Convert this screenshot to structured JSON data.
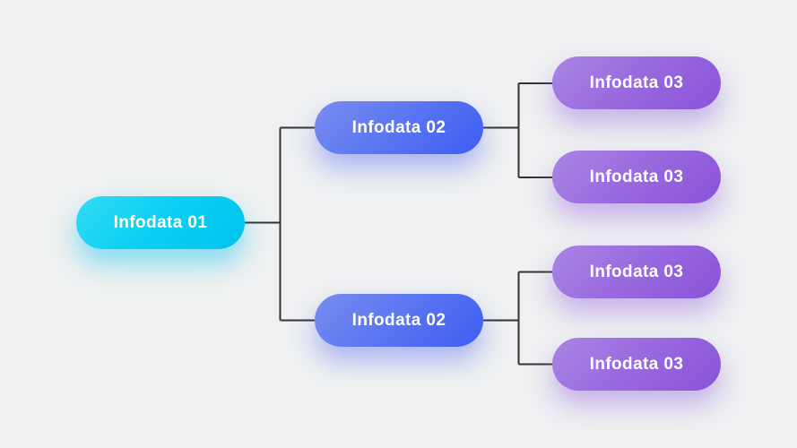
{
  "diagram": {
    "type": "tree-infographic",
    "background_color": "#eef0f1",
    "connector_color": "#333333",
    "levels": [
      {
        "name": "level-1",
        "gradient_start": "#2edaf5",
        "gradient_end": "#00c2ee"
      },
      {
        "name": "level-2",
        "gradient_start": "#7a8cef",
        "gradient_end": "#3e5df3"
      },
      {
        "name": "level-3",
        "gradient_start": "#ab85e5",
        "gradient_end": "#8a52d8"
      }
    ],
    "nodes": [
      {
        "id": "infodata-01",
        "label": "Infodata 01",
        "level": 1
      },
      {
        "id": "infodata-02-top",
        "label": "Infodata 02",
        "level": 2
      },
      {
        "id": "infodata-02-bottom",
        "label": "Infodata 02",
        "level": 2
      },
      {
        "id": "infodata-03-1",
        "label": "Infodata 03",
        "level": 3
      },
      {
        "id": "infodata-03-2",
        "label": "Infodata 03",
        "level": 3
      },
      {
        "id": "infodata-03-3",
        "label": "Infodata 03",
        "level": 3
      },
      {
        "id": "infodata-03-4",
        "label": "Infodata 03",
        "level": 3
      }
    ],
    "edges": [
      {
        "from": "infodata-01",
        "to": "infodata-02-top"
      },
      {
        "from": "infodata-01",
        "to": "infodata-02-bottom"
      },
      {
        "from": "infodata-02-top",
        "to": "infodata-03-1"
      },
      {
        "from": "infodata-02-top",
        "to": "infodata-03-2"
      },
      {
        "from": "infodata-02-bottom",
        "to": "infodata-03-3"
      },
      {
        "from": "infodata-02-bottom",
        "to": "infodata-03-4"
      }
    ]
  }
}
